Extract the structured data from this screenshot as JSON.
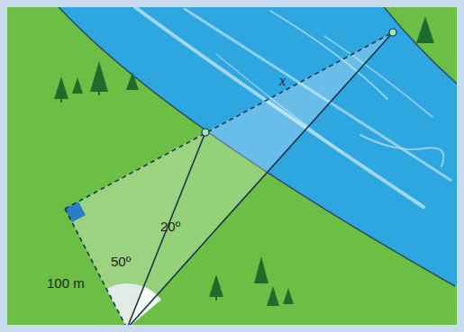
{
  "diagram": {
    "labels": [
      "100 m",
      "50º",
      "20º",
      "x"
    ]
  }
}
